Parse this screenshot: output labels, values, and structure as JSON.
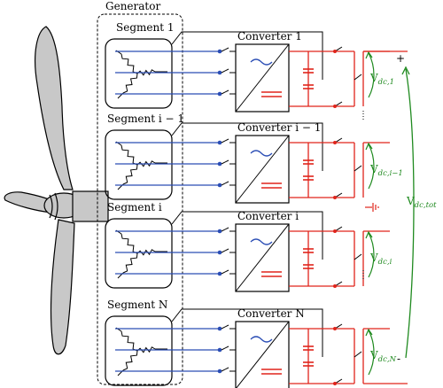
{
  "diagram": {
    "generator_label": "Generator",
    "segments": [
      {
        "segment_label": "Segment 1",
        "converter_label": "Converter 1",
        "voltage_main": "V",
        "voltage_sub": "dc,1"
      },
      {
        "segment_label": "Segment i − 1",
        "converter_label": "Converter i − 1",
        "voltage_main": "V",
        "voltage_sub": "dc,i−1"
      },
      {
        "segment_label": "Segment i",
        "converter_label": "Converter i",
        "voltage_main": "V",
        "voltage_sub": "dc,i"
      },
      {
        "segment_label": "Segment N",
        "converter_label": "Converter N",
        "voltage_main": "V",
        "voltage_sub": "dc,N"
      }
    ],
    "total_voltage_main": "V",
    "total_voltage_sub": "dc,tot",
    "plus_label": "+",
    "minus_label": "-",
    "colors": {
      "phase_wires": "#2a4db5",
      "dc_wires": "#e0241b",
      "measurement": "#1f8a1f",
      "blade_fill": "#c8c8c8"
    }
  }
}
